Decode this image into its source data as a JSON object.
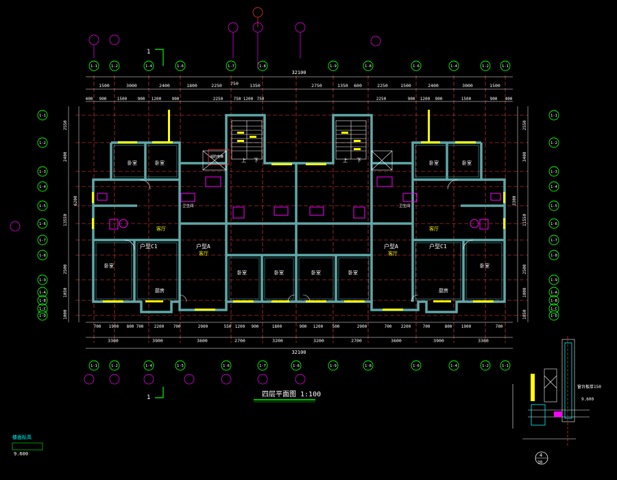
{
  "drawing": {
    "title": "四层平面图 1:100",
    "total_width_top": "32100",
    "total_width_bottom": "32100",
    "section_mark": "1",
    "detail_callout": "4",
    "detail_sheet": "30",
    "detail_note": "窗台板厚150",
    "detail_level": "9.600",
    "level_note": "楼面标高",
    "level_value": "9.600"
  },
  "axes": {
    "top": [
      "1-1",
      "1-2",
      "1-4",
      "1-6",
      "1-7",
      "1-8",
      "1-9",
      "1-8",
      "1-6",
      "1-4",
      "1-2",
      "1-1"
    ],
    "bottom": [
      "1-1",
      "1-2",
      "1-4",
      "1-5",
      "1-6",
      "1-7",
      "1-8",
      "1-9",
      "1-8",
      "1-6",
      "1-4",
      "1-2",
      "1-1"
    ],
    "left": [
      "1-1",
      "1-2",
      "1-3",
      "1-4",
      "1-5",
      "1-6",
      "1-7",
      "1-8",
      "1-9",
      "1-A",
      "1-B",
      "1-C",
      "1-D"
    ],
    "right": [
      "1-1",
      "1-2",
      "1-3",
      "1-4",
      "1-5",
      "1-6",
      "1-7",
      "1-8",
      "1-9",
      "1-A",
      "1-B",
      "1-C",
      "1-D"
    ]
  },
  "dims": {
    "top_outer": [
      "1500",
      "3000",
      "2400",
      "1800",
      "2250",
      "750",
      "1350",
      "2750",
      "1350",
      "600",
      "2250",
      "1500",
      "2400",
      "3000",
      "1500"
    ],
    "top_inner": [
      "400",
      "900",
      "1500",
      "900",
      "1200",
      "900",
      "2250",
      "750",
      "1200",
      "750",
      "2250",
      "900",
      "1200",
      "900",
      "1500",
      "900",
      "400"
    ],
    "bottom_inner": [
      "700",
      "1900",
      "800",
      "700",
      "2200",
      "700",
      "2900",
      "550",
      "1200",
      "900",
      "1800",
      "900",
      "1200",
      "500",
      "2900",
      "700",
      "2200",
      "700",
      "800",
      "1900",
      "700"
    ],
    "bottom_outer": [
      "3300",
      "3900",
      "3600",
      "2700",
      "3200",
      "3200",
      "2700",
      "3600",
      "3900",
      "3300"
    ],
    "left_outer": [
      "2550",
      "2400",
      "6200",
      "13550",
      "2500",
      "1050",
      "1000"
    ],
    "right_outer": [
      "2550",
      "3400",
      "3300",
      "11550",
      "2500",
      "1000",
      "1050"
    ]
  },
  "rooms": {
    "unit_c1_left": "户型C1",
    "unit_a_left": "户型A",
    "unit_a_right": "户型A",
    "unit_c1_right": "户型C1",
    "bedroom": "卧室",
    "living": "客厅",
    "kitchen": "厨房",
    "bath": "卫生间",
    "stair_up": "上",
    "stair_down": "下",
    "stair_note": "消防电梯"
  },
  "colors": {
    "background": "#000000",
    "wall": "#5fa8a8",
    "axis": "#ff4040",
    "dim": "#ffffff",
    "grid_bubble": "#00ff00",
    "window": "#ffff00",
    "fixture": "#ff00ff",
    "label": "#00ffff"
  }
}
